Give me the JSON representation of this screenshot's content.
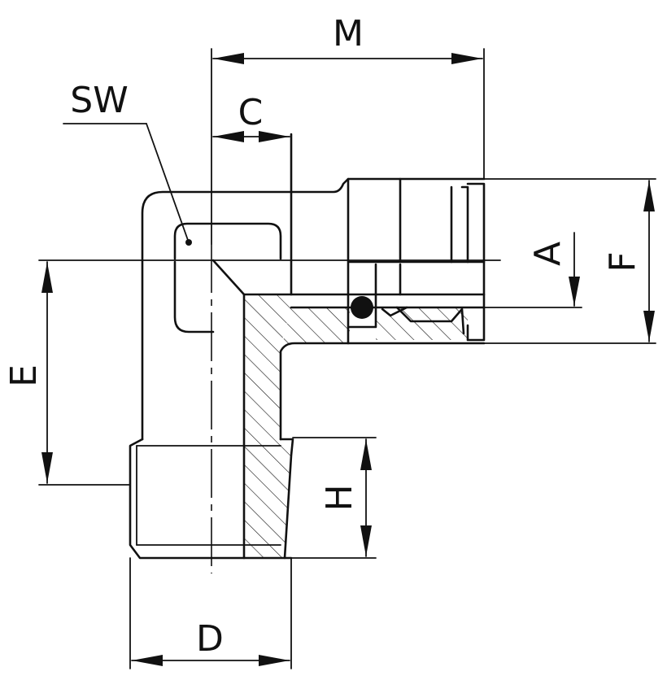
{
  "labels": {
    "M": "M",
    "SW": "SW",
    "C": "C",
    "A": "A",
    "F": "F",
    "E": "E",
    "H": "H",
    "D": "D"
  }
}
